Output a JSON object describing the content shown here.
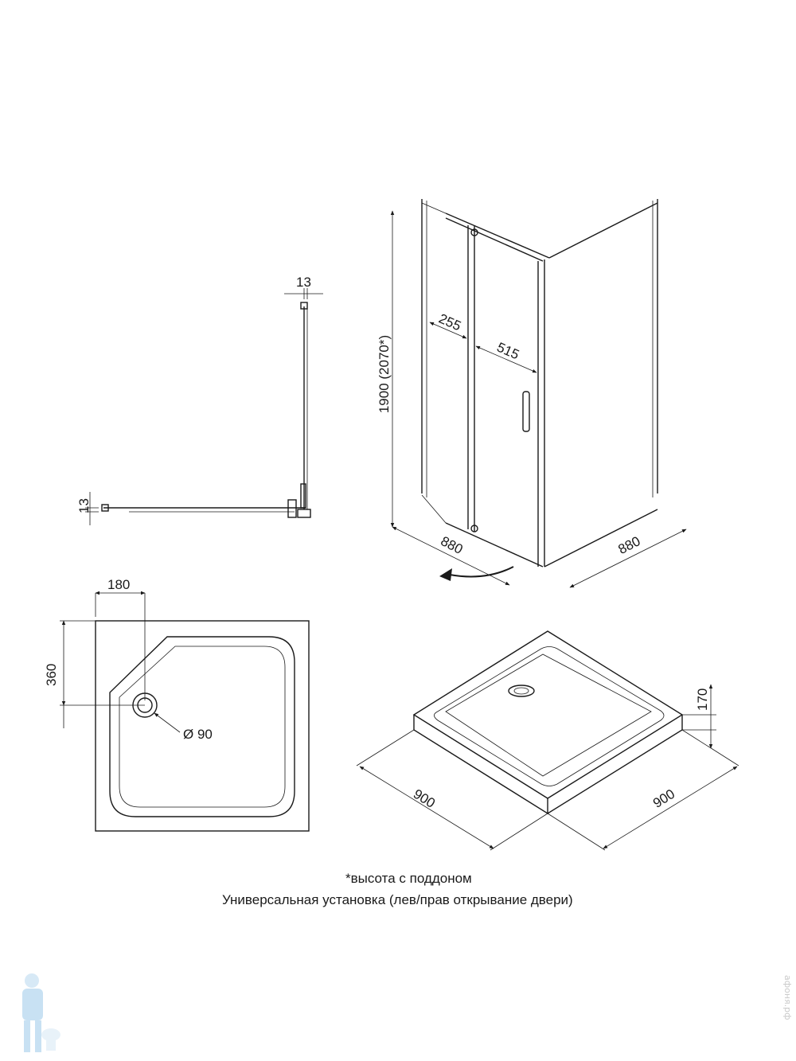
{
  "dimensions": {
    "wall_gap_top": "13",
    "wall_gap_left": "13",
    "cabin_height": "1900 (2070*)",
    "fixed_panel_width": "255",
    "door_width": "515",
    "cabin_depth_left": "880",
    "cabin_depth_right": "880",
    "drain_offset_x": "180",
    "drain_offset_y": "360",
    "drain_diameter": "Ø 90",
    "tray_height": "170",
    "tray_width_left": "900",
    "tray_width_right": "900"
  },
  "notes": {
    "height_note": "*высота с поддоном",
    "install_note": "Универсальная установка (лев/прав открывание двери)"
  },
  "watermark": {
    "text": "афоня.рф"
  }
}
